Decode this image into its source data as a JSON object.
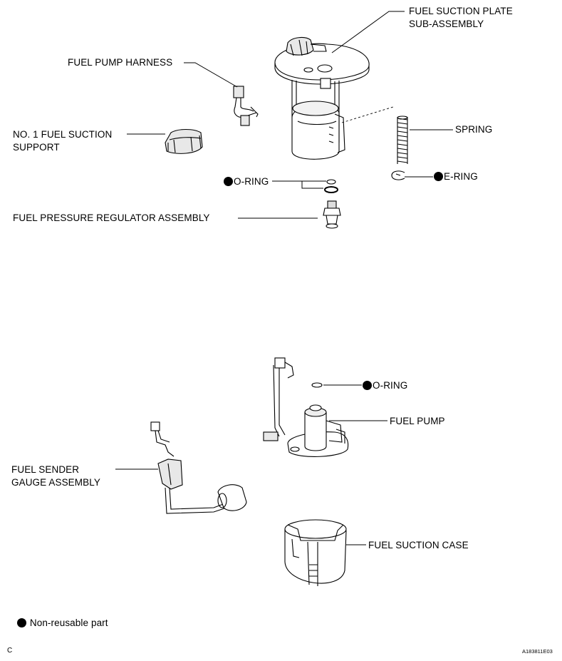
{
  "labels": {
    "fuel_suction_plate_line1": "FUEL SUCTION PLATE",
    "fuel_suction_plate_line2": "SUB-ASSEMBLY",
    "fuel_pump_harness": "FUEL PUMP HARNESS",
    "no1_fuel_suction_line1": "NO. 1 FUEL SUCTION",
    "no1_fuel_suction_line2": "SUPPORT",
    "spring": "SPRING",
    "o_ring_top": "O-RING",
    "e_ring": "E-RING",
    "fuel_pressure_regulator": "FUEL PRESSURE REGULATOR ASSEMBLY",
    "o_ring_bottom": "O-RING",
    "fuel_pump": "FUEL PUMP",
    "fuel_sender_line1": "FUEL SENDER",
    "fuel_sender_line2": "GAUGE ASSEMBLY",
    "fuel_suction_case": "FUEL SUCTION CASE"
  },
  "legend": {
    "non_reusable": "Non-reusable part"
  },
  "footer": {
    "corner_left": "C",
    "figure_code": "A183811E03"
  }
}
